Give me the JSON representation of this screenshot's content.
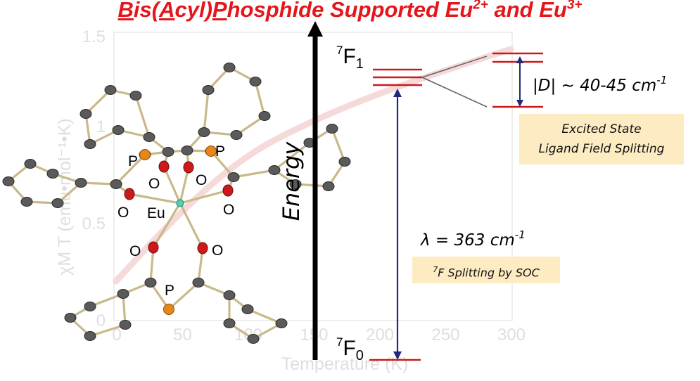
{
  "title": {
    "parts": [
      {
        "text": "B",
        "underline": true
      },
      {
        "text": "is(",
        "underline": false
      },
      {
        "text": "A",
        "underline": true
      },
      {
        "text": "cyl)",
        "underline": false
      },
      {
        "text": "P",
        "underline": true
      },
      {
        "text": "hosphide Supported Eu",
        "underline": false
      }
    ],
    "sup1": "2+",
    "mid": " and Eu",
    "sup2": "3+"
  },
  "background_plot": {
    "y_ticks": [
      "1.5",
      "1",
      "0.5",
      "0"
    ],
    "x_ticks": [
      "0",
      "50",
      "100",
      "150",
      "200",
      "250",
      "300"
    ],
    "x_label": "Temperature (K)",
    "y_label": "χM T (emu•mol⁻¹•K)"
  },
  "molecule": {
    "atom_labels": [
      "P",
      "P",
      "O",
      "O",
      "O",
      "Eu",
      "O",
      "O",
      "O",
      "P"
    ],
    "colors": {
      "carbon": "#5a5a5a",
      "oxygen": "#cc1a1a",
      "phosphorus": "#e8861c",
      "europium": "#4fd1b8",
      "bond": "#c9b98a"
    }
  },
  "energy_diagram": {
    "axis_label": "Energy",
    "level_upper_term": "7",
    "level_upper_symbol": "F",
    "level_upper_index": "1",
    "level_lower_term": "7",
    "level_lower_symbol": "F",
    "level_lower_index": "0",
    "splitting_label": "|D| ~ 40-45 cm",
    "splitting_exp": "-1",
    "excited_state_note_line1": "Excited State",
    "excited_state_note_line2": "Ligand Field Splitting",
    "soc_value": "λ = 363 cm",
    "soc_exp": "-1",
    "soc_note_sup": "7",
    "soc_note_text": "F Splitting by SOC",
    "colors": {
      "levels": "#cc1a1a",
      "arrows": "#1f2a7a",
      "axis": "#000000",
      "connector": "#666666"
    }
  }
}
